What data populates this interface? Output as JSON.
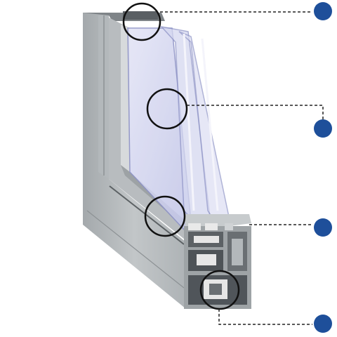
{
  "diagram": {
    "subject": "window-frame-cross-section",
    "callouts": [
      {
        "id": "glazing-bead",
        "marker": "blue-dot-marker"
      },
      {
        "id": "triple-glazing",
        "marker": "blue-dot-marker"
      },
      {
        "id": "gasket-seal",
        "marker": "blue-dot-marker"
      },
      {
        "id": "thermal-break-chambers",
        "marker": "blue-dot-marker"
      }
    ]
  },
  "colors": {
    "marker": "#1e4f9a",
    "leader": "#222222",
    "frame_light": "#c4c8ca",
    "frame_mid": "#a9aeb1",
    "frame_dark": "#8b9093",
    "glass_tint": "#cfd2ee",
    "glass_edge": "#8e93c6",
    "insulation": "#e6e6e6"
  }
}
